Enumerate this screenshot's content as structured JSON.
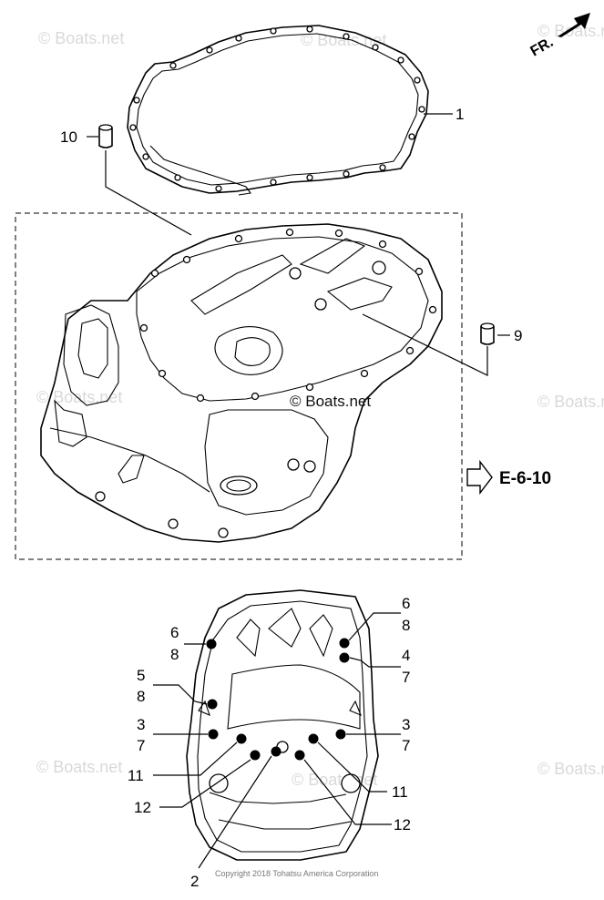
{
  "watermark": "© Boats.net",
  "center_watermark": "© Boats.net",
  "direction_label": "FR.",
  "reference": "E-6-10",
  "copyright": "Copyright 2018 Tohatsu America Corporation",
  "callouts": {
    "c1": "1",
    "c10": "10",
    "c9": "9",
    "c6a": "6",
    "c8a": "8",
    "c6b": "6",
    "c8b": "8",
    "c5": "5",
    "c8c": "8",
    "c4": "4",
    "c7a": "7",
    "c3a": "3",
    "c7b": "7",
    "c3b": "3",
    "c7c": "7",
    "c11a": "11",
    "c11b": "11",
    "c12a": "12",
    "c12b": "12",
    "c2": "2"
  }
}
